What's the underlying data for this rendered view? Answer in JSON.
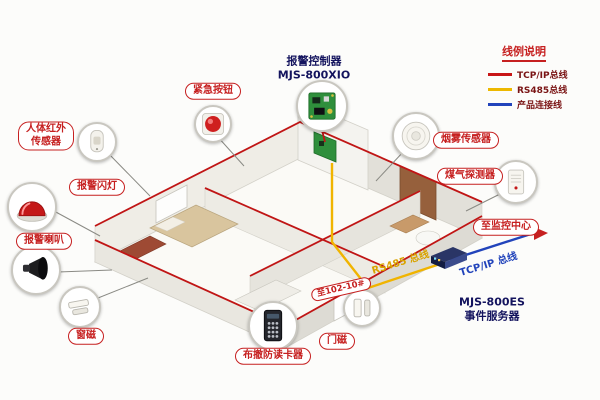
{
  "legend": {
    "title": "线例说明",
    "items": [
      {
        "label": "TCP/IP总线",
        "color": "#c81616"
      },
      {
        "label": "RS485总线",
        "color": "#edb800"
      },
      {
        "label": "产品连接线",
        "color": "#2244bb"
      }
    ]
  },
  "callouts": {
    "controller": {
      "line1": "报警控制器",
      "line2": "MJS-800XIO"
    },
    "emergency_button": "紧急按钮",
    "pir_line1": "人体红外",
    "pir_line2": "传感器",
    "alarm_strobe": "报警闪灯",
    "alarm_horn": "报警喇叭",
    "window_contact": "窗磁",
    "card_reader": "布撤防读卡器",
    "door_contact": "门磁",
    "smoke_sensor": "烟雾传感器",
    "gas_detector": "煤气探测器",
    "monitoring_center": "至监控中心",
    "branch": "至102-10#",
    "server": {
      "line1": "MJS-800ES",
      "line2": "事件服务器"
    }
  },
  "bus_labels": {
    "rs485": "RS485 总线",
    "tcpip": "TCP/IP 总线"
  },
  "colors": {
    "callout_red": "#c62020",
    "wire_red": "#c01515",
    "bus_yellow": "#f0b400",
    "bus_blue": "#2244bb"
  }
}
